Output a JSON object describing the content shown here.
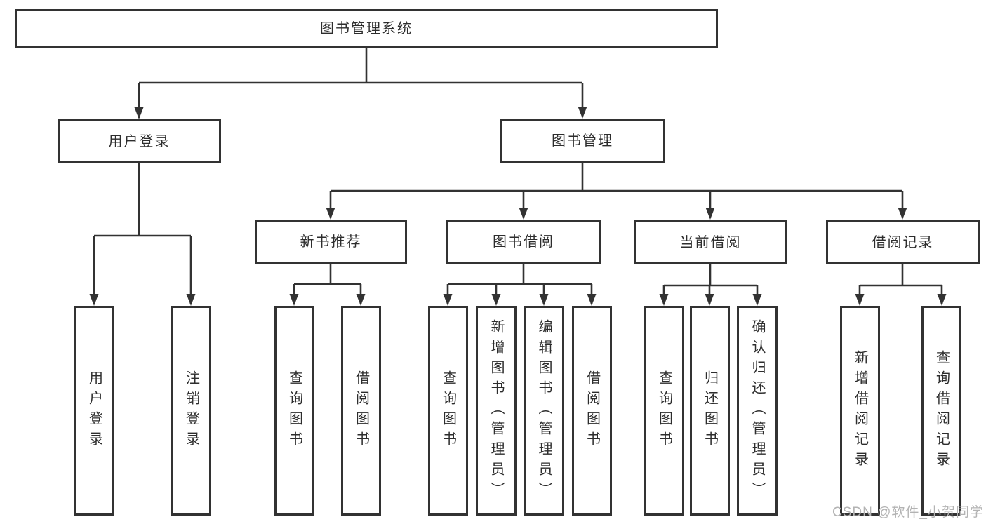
{
  "root": {
    "label": "图书管理系统"
  },
  "branches": [
    {
      "label": "用户登录",
      "children": [
        {
          "label": "用户登录"
        },
        {
          "label": "注销登录"
        }
      ]
    },
    {
      "label": "图书管理",
      "children": [
        {
          "label": "新书推荐",
          "children": [
            {
              "label": "查询图书"
            },
            {
              "label": "借阅图书"
            }
          ]
        },
        {
          "label": "图书借阅",
          "children": [
            {
              "label": "查询图书"
            },
            {
              "label": "新增图书（管理员）"
            },
            {
              "label": "编辑图书（管理员）"
            },
            {
              "label": "借阅图书"
            }
          ]
        },
        {
          "label": "当前借阅",
          "children": [
            {
              "label": "查询图书"
            },
            {
              "label": "归还图书"
            },
            {
              "label": "确认归还（管理员）"
            }
          ]
        },
        {
          "label": "借阅记录",
          "children": [
            {
              "label": "新增借阅记录"
            },
            {
              "label": "查询借阅记录"
            }
          ]
        }
      ]
    }
  ],
  "watermark": {
    "text": "CSDN @软件_小贺同学"
  },
  "colors": {
    "line": "#323232",
    "box_border": "#323232",
    "box_fill": "#ffffff",
    "text": "#2d2d2d",
    "watermark": "#b3b3b3"
  }
}
